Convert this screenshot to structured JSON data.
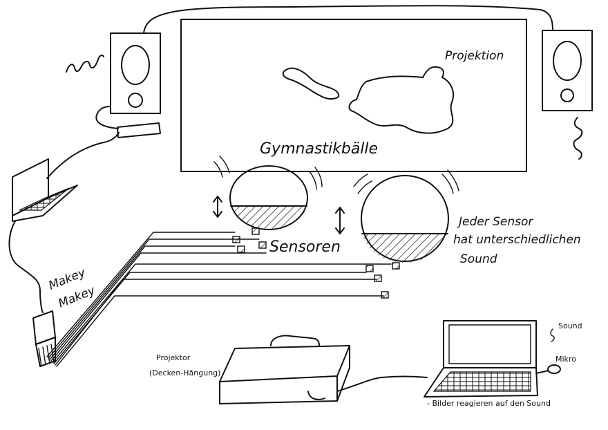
{
  "labels": {
    "projection": "Projektion",
    "balls": "Gymnastikbälle",
    "sensors": "Sensoren",
    "sensor_note_line1": "Jeder Sensor",
    "sensor_note_line2": "hat unterschiedlichen",
    "sensor_note_line3": "Sound",
    "makey_line1": "Makey",
    "makey_line2": "Makey",
    "projector_line1": "Projektor",
    "projector_line2": "(Decken-Hängung)",
    "sound": "Sound",
    "mic": "Mikro",
    "images_react": "- Bilder reagieren auf den Sound"
  },
  "colors": {
    "ink": "#111111",
    "paper": "#ffffff"
  }
}
